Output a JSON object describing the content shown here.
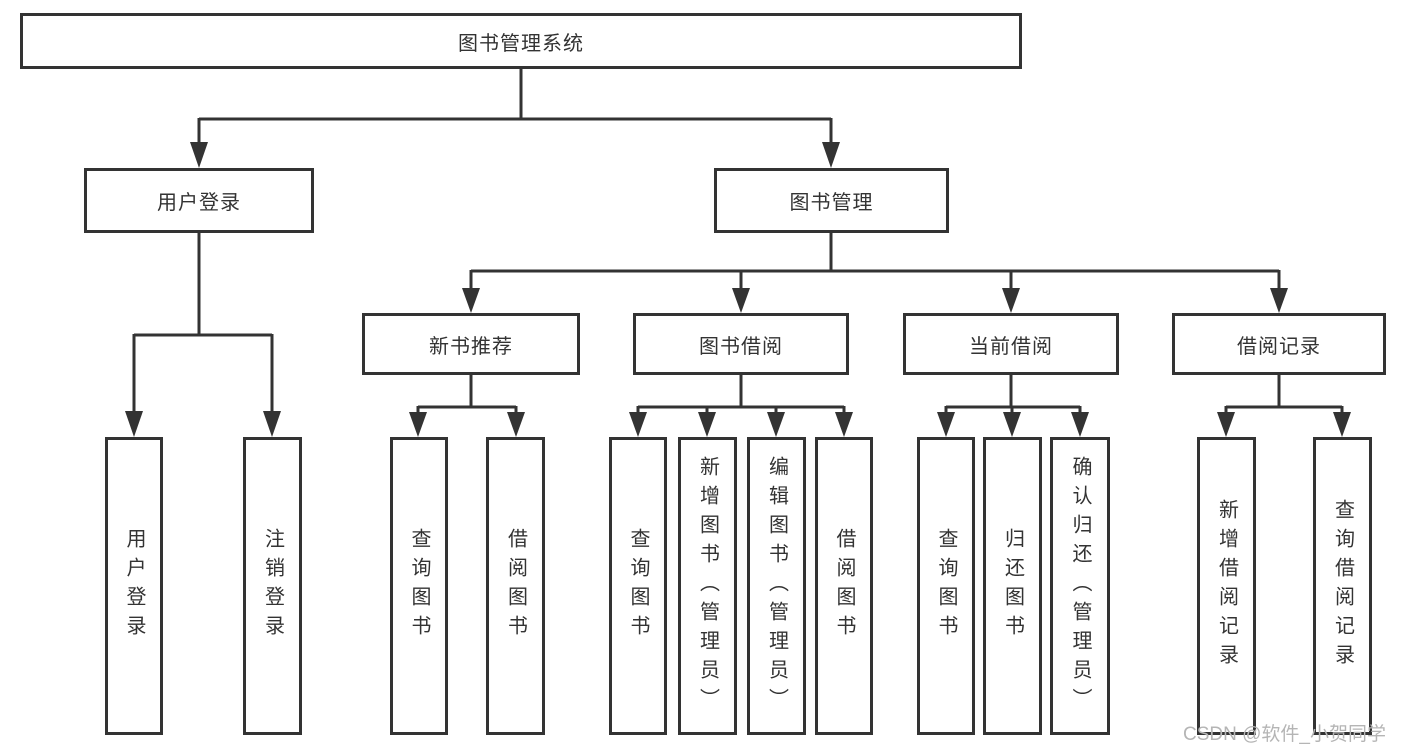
{
  "diagram": {
    "root": {
      "label": "图书管理系统"
    },
    "branches": [
      {
        "label": "用户登录",
        "children": [
          {
            "label": "用户登录"
          },
          {
            "label": "注销登录"
          }
        ]
      },
      {
        "label": "图书管理",
        "children": [
          {
            "label": "新书推荐",
            "children": [
              {
                "label": "查询图书"
              },
              {
                "label": "借阅图书"
              }
            ]
          },
          {
            "label": "图书借阅",
            "children": [
              {
                "label": "查询图书"
              },
              {
                "label": "新增图书（管理员）"
              },
              {
                "label": "编辑图书（管理员）"
              },
              {
                "label": "借阅图书"
              }
            ]
          },
          {
            "label": "当前借阅",
            "children": [
              {
                "label": "查询图书"
              },
              {
                "label": "归还图书"
              },
              {
                "label": "确认归还（管理员）"
              }
            ]
          },
          {
            "label": "借阅记录",
            "children": [
              {
                "label": "新增借阅记录"
              },
              {
                "label": "查询借阅记录"
              }
            ]
          }
        ]
      }
    ],
    "watermark": "CSDN @软件_小贺同学",
    "colors": {
      "line": "#333333",
      "box_border": "#333333",
      "text": "#333333",
      "watermark": "#b5b5b5",
      "background": "#ffffff"
    }
  }
}
